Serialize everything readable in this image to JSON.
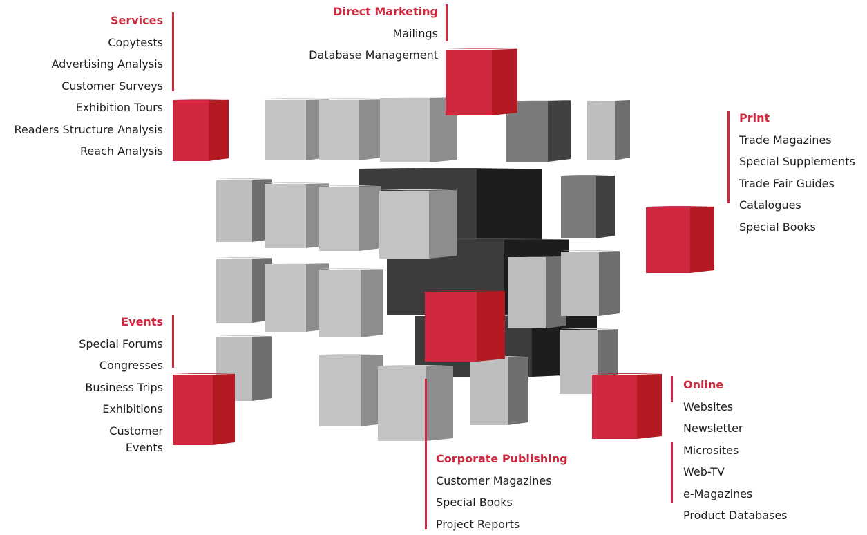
{
  "colors": {
    "accent": "#d0293f",
    "text": "#1e1e1e"
  },
  "services": {
    "title": "Services",
    "items": [
      "Copytests",
      "Advertising Analysis",
      "Customer Surveys",
      "Exhibition Tours",
      "Readers Structure Analysis",
      "Reach Analysis"
    ]
  },
  "direct_marketing": {
    "title": "Direct Marketing",
    "items": [
      "Mailings",
      "Database Management"
    ]
  },
  "print": {
    "title": "Print",
    "items": [
      "Trade Magazines",
      "Special Supplements",
      "Trade Fair Guides",
      "Catalogues",
      "Special Books"
    ]
  },
  "events": {
    "title": "Events",
    "items": [
      "Special Forums",
      "Congresses",
      "Business Trips",
      "Exhibitions",
      "Customer",
      "Events"
    ]
  },
  "online": {
    "title": "Online",
    "items": [
      "Websites",
      "Newsletter",
      "Microsites",
      "Web-TV",
      "e-Magazines",
      "Product Databases"
    ]
  },
  "corporate_publishing": {
    "title": "Corporate Publishing",
    "items": [
      "Customer Magazines",
      "Special Books",
      "Project Reports"
    ]
  }
}
